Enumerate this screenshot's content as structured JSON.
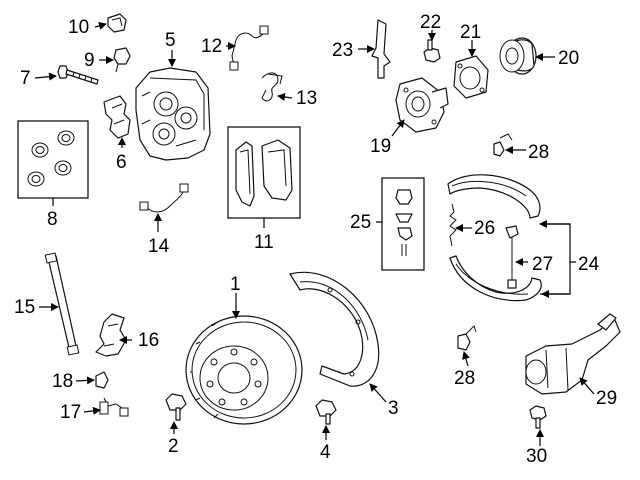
{
  "labels": {
    "n1": "1",
    "n2": "2",
    "n3": "3",
    "n4": "4",
    "n5": "5",
    "n6": "6",
    "n7": "7",
    "n8": "8",
    "n9": "9",
    "n10": "10",
    "n11": "11",
    "n12": "12",
    "n13": "13",
    "n14": "14",
    "n15": "15",
    "n16": "16",
    "n17": "17",
    "n18": "18",
    "n19": "19",
    "n20": "20",
    "n21": "21",
    "n22": "22",
    "n23": "23",
    "n24": "24",
    "n25": "25",
    "n26": "26",
    "n27": "27",
    "n28a": "28",
    "n28b": "28",
    "n29": "29",
    "n30": "30"
  },
  "colors": {
    "line": "#111111",
    "background": "#ffffff"
  }
}
